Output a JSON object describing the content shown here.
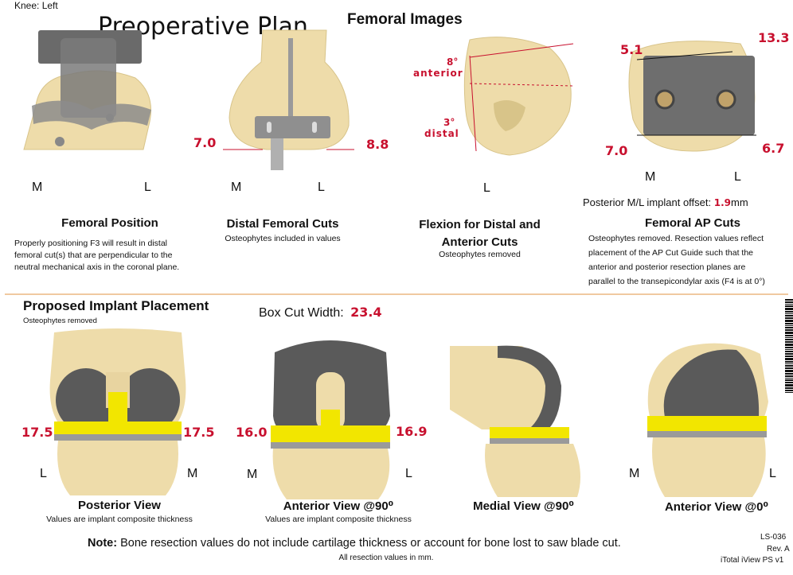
{
  "header": {
    "knee_label": "Knee: Left",
    "plan_title": "Preoperative Plan",
    "femoral_images_title": "Femoral Images"
  },
  "femoral": {
    "position": {
      "m_label": "M",
      "l_label": "L",
      "title": "Femoral Position",
      "desc_lines": [
        "Properly positioning F3 will result in distal",
        "femoral cut(s) that are perpendicular to the",
        "neutral mechanical axis in the coronal plane."
      ]
    },
    "distal_cuts": {
      "left_value": "7.0",
      "right_value": "8.8",
      "m_label": "M",
      "l_label": "L",
      "title": "Distal Femoral Cuts",
      "subtitle": "Osteophytes included in values"
    },
    "flexion": {
      "anterior_value": "8°",
      "anterior_label": "anterior",
      "distal_value": "3°",
      "distal_label": "distal",
      "l_label": "L",
      "title_line1": "Flexion for Distal and",
      "title_line2": "Anterior Cuts",
      "subtitle": "Osteophytes removed"
    },
    "ap_cuts": {
      "top_left_value": "5.1",
      "top_right_value": "13.3",
      "bottom_left_value": "7.0",
      "bottom_right_value": "6.7",
      "m_label": "M",
      "l_label": "L",
      "offset_label": "Posterior M/L implant offset:",
      "offset_value": "1.9",
      "offset_unit": "mm",
      "title": "Femoral AP Cuts",
      "desc_lines": [
        "Osteophytes removed. Resection values reflect",
        "placement of the AP Cut Guide such that the",
        "anterior and posterior resection planes are",
        "parallel to the transepicondylar axis (F4 is at 0°)"
      ]
    }
  },
  "implant": {
    "title": "Proposed Implant Placement",
    "subtitle": "Osteophytes removed",
    "box_cut_label": "Box Cut Width:",
    "box_cut_value": "23.4",
    "posterior": {
      "left_value": "17.5",
      "right_value": "17.5",
      "l_label": "L",
      "m_label": "M",
      "title": "Posterior View",
      "subtitle": "Values are implant composite thickness"
    },
    "anterior90": {
      "left_value": "16.0",
      "right_value": "16.9",
      "m_label": "M",
      "l_label": "L",
      "title": "Anterior View @90⁰",
      "subtitle": "Values are implant composite thickness"
    },
    "medial90": {
      "title": "Medial View @90⁰"
    },
    "anterior0": {
      "m_label": "M",
      "l_label": "L",
      "title": "Anterior View @0⁰"
    }
  },
  "footer": {
    "note_label": "Note:",
    "note_text": "Bone resection values do not include cartilage thickness or account for bone lost to saw blade cut.",
    "units_note": "All resection values in mm.",
    "doc_code": "LS-036",
    "rev": "Rev. A",
    "product": "iTotal iView PS v1"
  },
  "colors": {
    "bone": "#eedcaa",
    "implant_metal": "#5a5a5a",
    "insert": "#f2e600",
    "value_red": "#c8102e",
    "divider": "#f0c9a0"
  }
}
